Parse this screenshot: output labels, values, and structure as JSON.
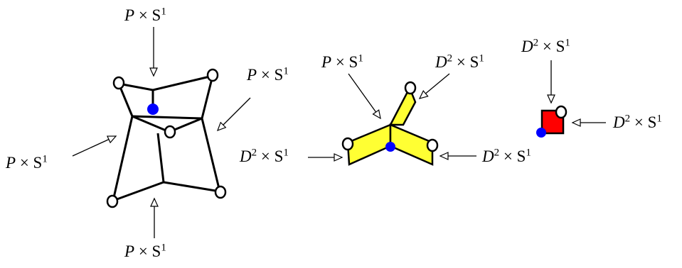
{
  "diagram": {
    "colors": {
      "line": "#000000",
      "vertex_fill": "#ffffff",
      "dot": "#0000ff",
      "yellow_fill": "#ffff33",
      "red_fill": "#ff0000"
    },
    "labels": {
      "top": {
        "base": "P",
        "op": " × S",
        "exp": "1"
      },
      "left": {
        "base": "P",
        "op": " × S",
        "exp": "1"
      },
      "right": {
        "base": "P",
        "op": " × S",
        "exp": "1"
      },
      "bottom": {
        "base": "P",
        "op": " × S",
        "exp": "1"
      },
      "y_top_left": {
        "base": "P",
        "op": " × S",
        "exp": "1"
      },
      "y_top_right": {
        "base": "D",
        "sq": "2",
        "op": " × S",
        "exp": "1"
      },
      "y_left": {
        "base": "D",
        "sq": "2",
        "op": " × S",
        "exp": "1"
      },
      "y_right": {
        "base": "D",
        "sq": "2",
        "op": " × S",
        "exp": "1"
      },
      "sq_top": {
        "base": "D",
        "sq": "2",
        "op": " × S",
        "exp": "1"
      },
      "sq_right": {
        "base": "D",
        "sq": "2",
        "op": " × S",
        "exp": "1"
      }
    }
  }
}
